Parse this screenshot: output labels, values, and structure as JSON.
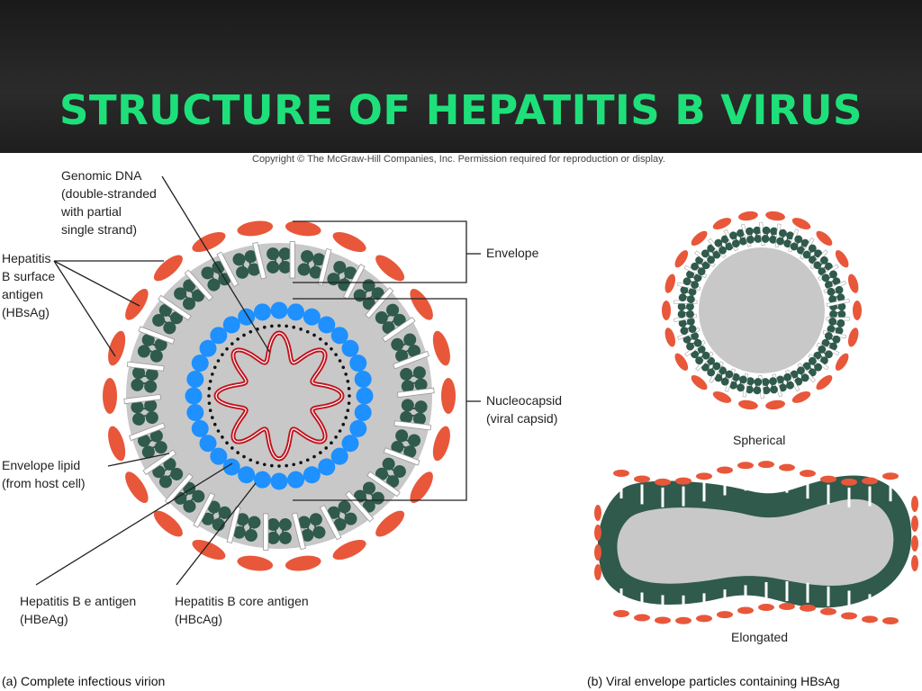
{
  "title": "STRUCTURE OF HEPATITIS B VIRUS",
  "copyright": "Copyright © The McGraw-Hill Companies, Inc. Permission required for reproduction or display.",
  "labels": {
    "genomic_dna": [
      "Genomic DNA",
      "(double-stranded",
      "with partial",
      "single strand)"
    ],
    "hbsag": [
      "Hepatitis",
      "B surface",
      "antigen",
      "(HBsAg)"
    ],
    "envelope": "Envelope",
    "nucleocapsid": [
      "Nucleocapsid",
      "(viral capsid)"
    ],
    "envelope_lipid": [
      "Envelope lipid",
      "(from host cell)"
    ],
    "hbeag": [
      "Hepatitis B e antigen",
      "(HBeAg)"
    ],
    "hbcag": [
      "Hepatitis B core antigen",
      "(HBcAg)"
    ],
    "spherical": "Spherical",
    "elongated": "Elongated"
  },
  "captions": {
    "a": "(a)  Complete infectious virion",
    "b": "(b)  Viral envelope particles containing HBsAg"
  },
  "colors": {
    "title": "#1ee07a",
    "surface_antigen": "#e8573a",
    "lipid": "#2f5a4c",
    "capsid": "#1e90ff",
    "dna": "#c0141e",
    "fill": "#c8c8c8"
  }
}
